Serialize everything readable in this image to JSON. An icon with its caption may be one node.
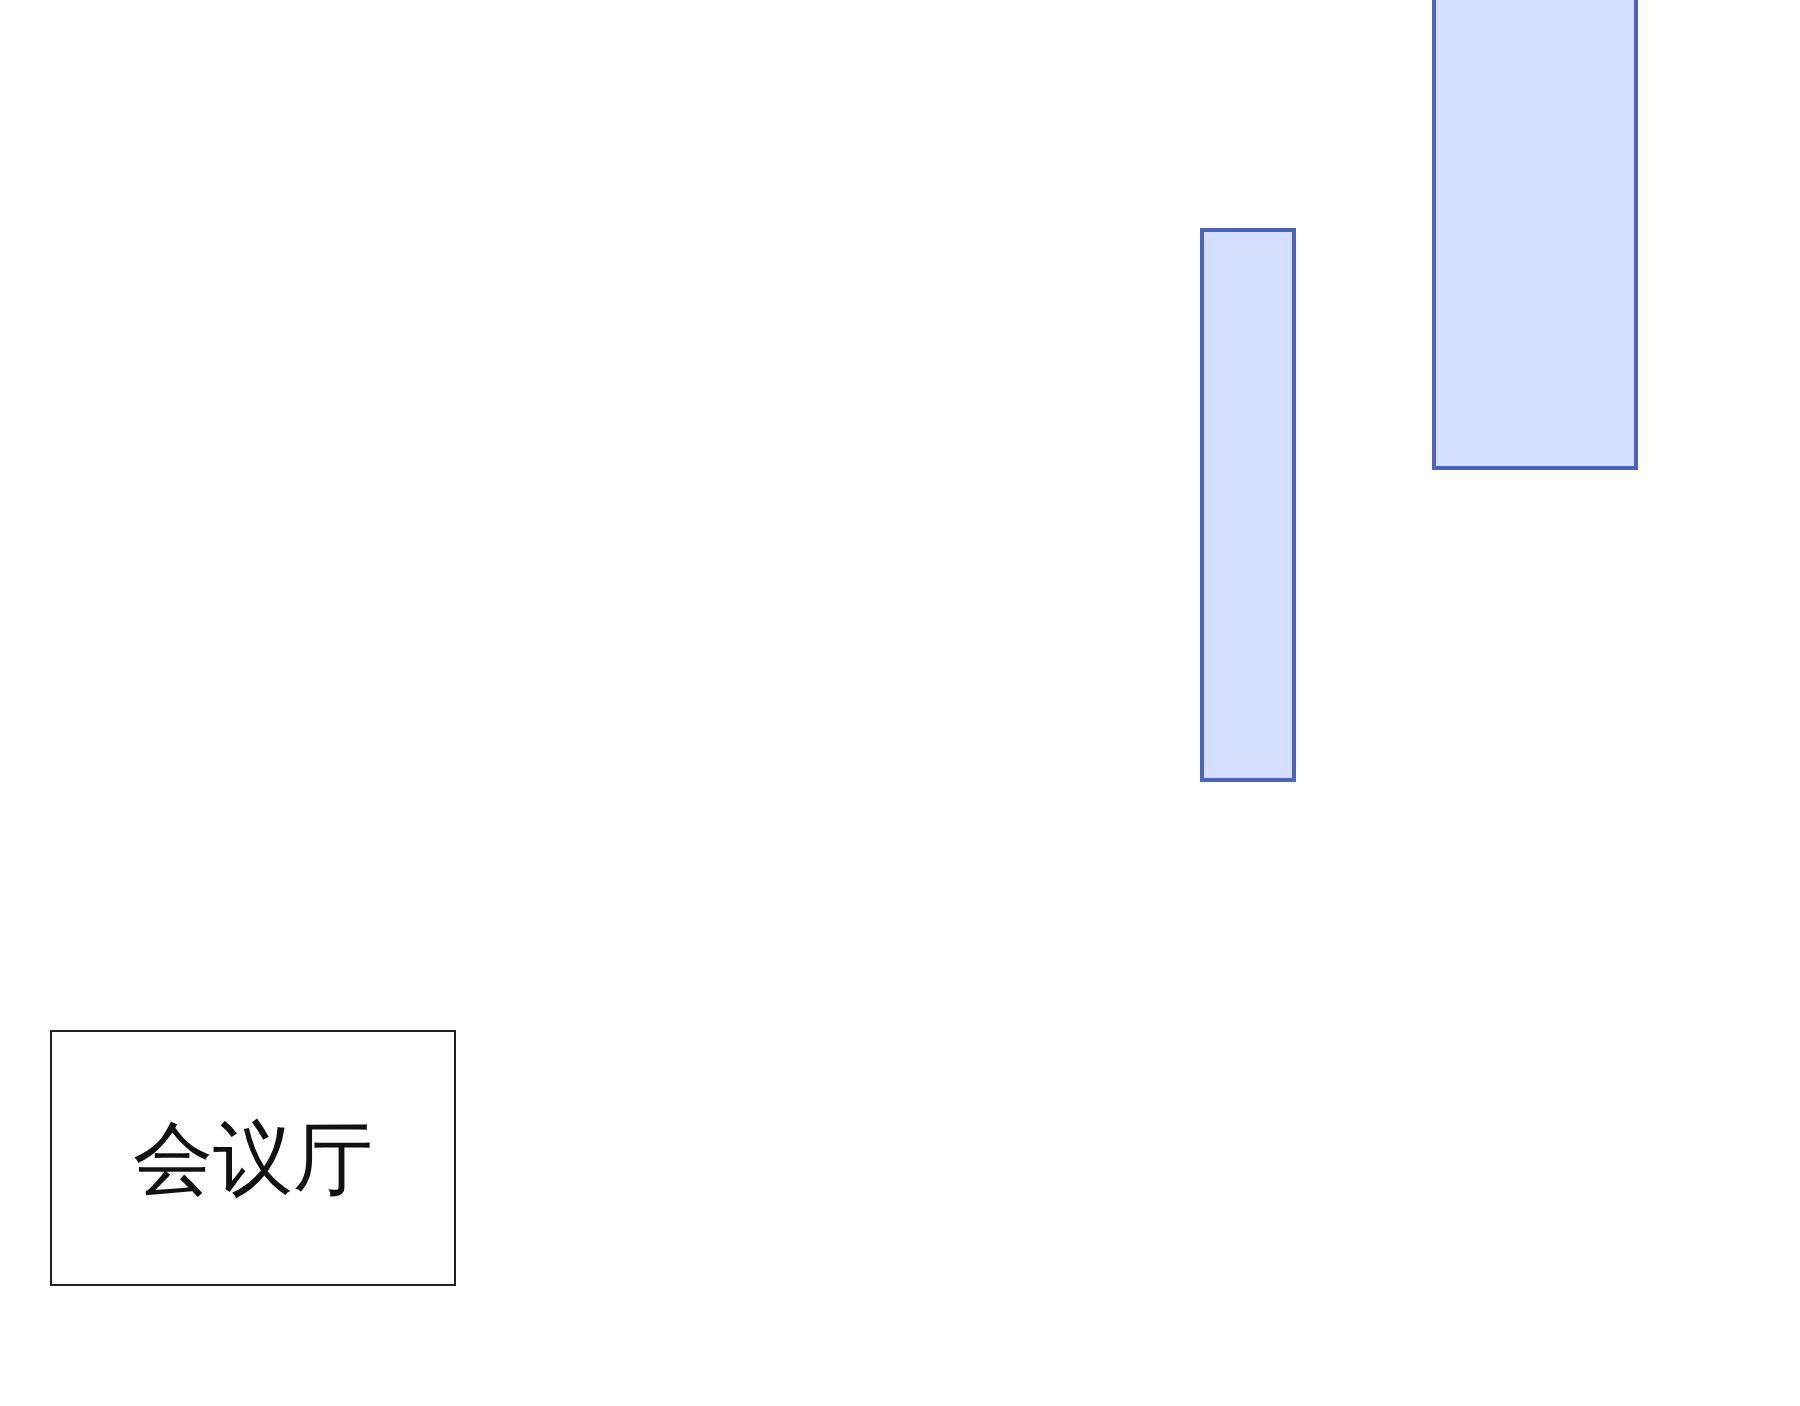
{
  "diagram": {
    "nodes": [
      {
        "text": [],
        "shape": "box"
      },
      {
        "text": [],
        "shape": "box"
      },
      {
        "text": [
          "会议厅"
        ]
      }
    ]
  }
}
